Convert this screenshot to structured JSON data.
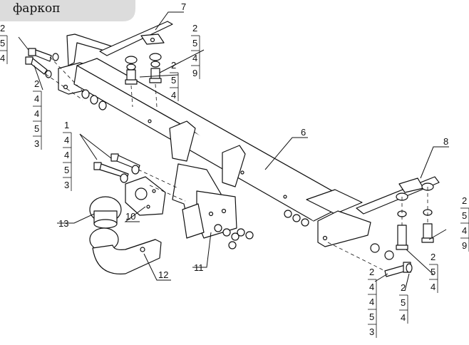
{
  "header": {
    "tab_label": "фаркоп"
  },
  "colors": {
    "tab_bg": "#dcdcdc",
    "line": "#111111",
    "fill": "#ffffff"
  },
  "callouts": {
    "c7": "7",
    "c6": "6",
    "c8": "8",
    "c10": "10",
    "c11": "11",
    "c12": "12",
    "c13": "13"
  },
  "stacks": {
    "s_left_top": [
      "2",
      "5",
      "4"
    ],
    "s_left_bolt": [
      "2",
      "4",
      "4",
      "5",
      "3"
    ],
    "s_left_mid": [
      "1",
      "4",
      "4",
      "5",
      "3"
    ],
    "s_top_a": [
      "2",
      "5",
      "4",
      "9"
    ],
    "s_top_b": [
      "2",
      "5",
      "4"
    ],
    "s_right_top": [
      "2",
      "5",
      "4",
      "9"
    ],
    "s_right_mid": [
      "2",
      "5",
      "4"
    ],
    "s_bottom_a": [
      "2",
      "4",
      "4",
      "5",
      "3"
    ],
    "s_bottom_b": [
      "2",
      "5",
      "4"
    ]
  }
}
